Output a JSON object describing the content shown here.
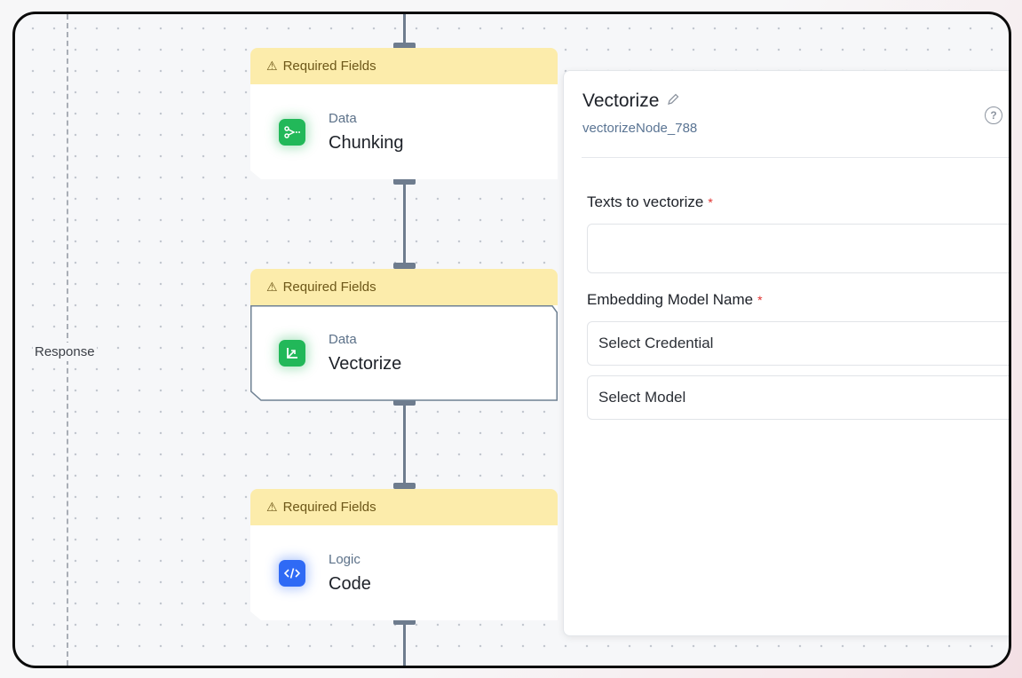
{
  "canvas": {
    "lane_label": "Response"
  },
  "nodes": [
    {
      "warning": "Required Fields",
      "category": "Data",
      "title": "Chunking",
      "icon": "split-icon",
      "icon_glyph": "⟨·⟩"
    },
    {
      "warning": "Required Fields",
      "category": "Data",
      "title": "Vectorize",
      "icon": "axes-arrow-icon",
      "icon_glyph": "↳"
    },
    {
      "warning": "Required Fields",
      "category": "Logic",
      "title": "Code",
      "icon": "code-icon",
      "icon_glyph": "</>"
    }
  ],
  "panel": {
    "title": "Vectorize",
    "node_id": "vectorizeNode_788",
    "help_glyph": "?",
    "fields": [
      {
        "label": "Texts to vectorize",
        "required_mark": "*",
        "value": ""
      },
      {
        "label": "Embedding Model Name",
        "required_mark": "*"
      }
    ],
    "credential_select": "Select Credential",
    "model_select": "Select Model"
  },
  "colors": {
    "warning_bg": "#fcecab",
    "data_icon": "#22b859",
    "logic_icon": "#2f6af5",
    "required": "#e0312f"
  }
}
